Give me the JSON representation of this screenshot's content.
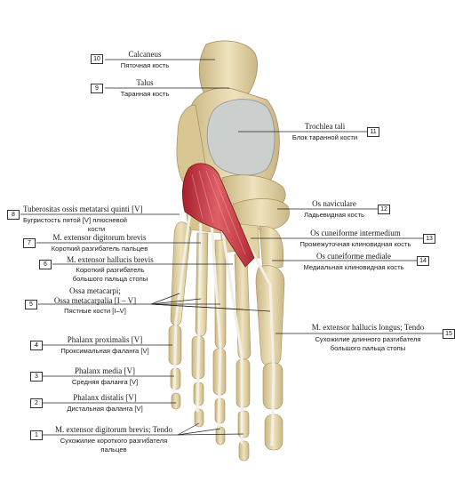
{
  "labels": [
    {
      "num": "10",
      "latin": "Calcaneus",
      "russian": "Пяточная кость"
    },
    {
      "num": "9",
      "latin": "Talus",
      "russian": "Таранная кость"
    },
    {
      "num": "11",
      "latin": "Trochlea tali",
      "russian": "Блок таранной кости"
    },
    {
      "num": "8",
      "latin": "Tuberositas ossis metatarsi quinti [V]",
      "russian": "Бугристость пятой [V] плюсневой",
      "russian2": "кости"
    },
    {
      "num": "12",
      "latin": "Os naviculare",
      "russian": "Ладьевидная кость"
    },
    {
      "num": "7",
      "latin": "M. extensor digitorum brevis",
      "russian": "Короткий разгибатель пальцев"
    },
    {
      "num": "13",
      "latin": "Os cuneiforme intermedium",
      "russian": "Промежуточная клиновидная кость"
    },
    {
      "num": "6",
      "latin": "M. extensor hallucis brevis",
      "russian": "Короткий разгибатель",
      "russian2": "большого пальца стопы"
    },
    {
      "num": "14",
      "latin": "Os cuneiforme mediale",
      "russian": "Медиальная клиновидная кость"
    },
    {
      "num": "5",
      "latin": "Ossa metacarpi;",
      "latin2": "Ossa metacarpalia [I – V]",
      "russian": "Пястные кости [I–V]"
    },
    {
      "num": "15",
      "latin": "M. extensor hallucis longus; Tendo",
      "russian": "Сухожилие длинного разгибателя",
      "russian2": "большого пальца стопы"
    },
    {
      "num": "4",
      "latin": "Phalanx proximalis [V]",
      "russian": "Проксимальная фаланга [V]"
    },
    {
      "num": "3",
      "latin": "Phalanx media [V]",
      "russian": "Средняя фаланга [V]"
    },
    {
      "num": "2",
      "latin": "Phalanx distalis [V]",
      "russian": "Дистальная фаланга [V]"
    },
    {
      "num": "1",
      "latin": "M. extensor digitorum brevis; Tendo",
      "russian": "Сухожилие короткого разгибателя",
      "russian2": "пальцев"
    }
  ],
  "colors": {
    "bone": "#e6d7ab",
    "bone_shade": "#c9b684",
    "cartilage": "#cfd3d2",
    "muscle": "#c8323c",
    "muscle_light": "#e27c80",
    "tendon": "#f1efe6",
    "leader": "#222222"
  }
}
